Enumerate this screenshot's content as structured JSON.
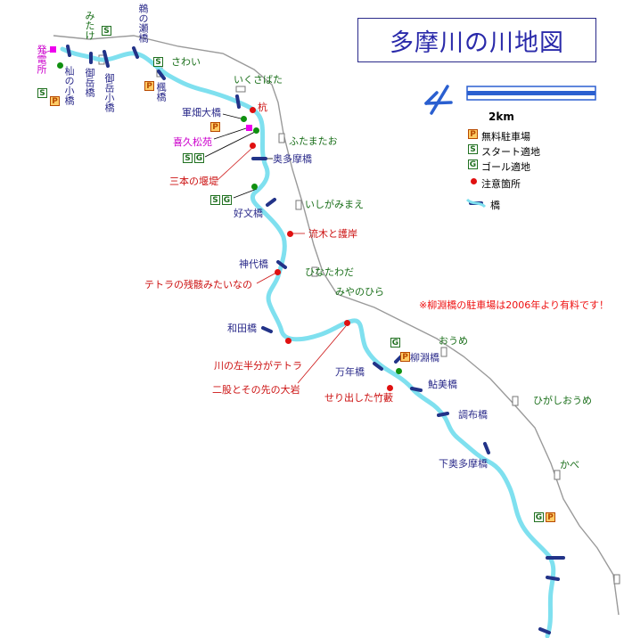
{
  "title": "多摩川の川地図",
  "scale_label": "2km",
  "notice": "※柳淵橋の駐車場は2006年より有料です！",
  "legend": [
    {
      "badge": "P",
      "label": "無料駐車場"
    },
    {
      "badge": "S",
      "label": "スタート適地"
    },
    {
      "badge": "G",
      "label": "ゴール適地"
    },
    {
      "badge": "dot",
      "label": "注意箇所"
    },
    {
      "badge": "bridge",
      "label": "橋"
    }
  ],
  "stations": {
    "mitake": "みたけ",
    "sawai": "さわい",
    "ikusabata": "いくさばた",
    "futamatao": "ふたまたお",
    "ishigamimae": "いしがみまえ",
    "hinatawada": "ひなたわだ",
    "miyanohira": "みやのひら",
    "oume": "おうめ",
    "higashioume": "ひがしおうめ",
    "kabe": "かべ"
  },
  "bridges": {
    "unose": "鵜の瀬橋",
    "mitakekobashi": "御岳小橋",
    "mitakebashi": "御岳橋",
    "sennokobashi": "杣の小橋",
    "kaede": "楓橋",
    "gunbatake": "軍畑大橋",
    "okutama": "奥多摩橋",
    "kobun": "好文橋",
    "kanshiro": "神代橋",
    "wada": "和田橋",
    "mannen": "万年橋",
    "yanagibuchi": "柳淵橋",
    "ayumi": "鮎美橋",
    "chofu": "調布橋",
    "shimookutama": "下奥多摩橋"
  },
  "facilities": {
    "power": "発電所",
    "kikyu": "喜久松苑"
  },
  "cautions": {
    "kui": "杭",
    "sanbon": "三本の堰堤",
    "ryuboku": "流木と護岸",
    "tetra": "テトラの残骸みたいなの",
    "hidari": "川の左半分がテトラ",
    "futamata": "二股とその先の大岩",
    "takeyabu": "せり出した竹藪"
  },
  "badges": {
    "p": "P",
    "s": "S",
    "g": "G"
  }
}
